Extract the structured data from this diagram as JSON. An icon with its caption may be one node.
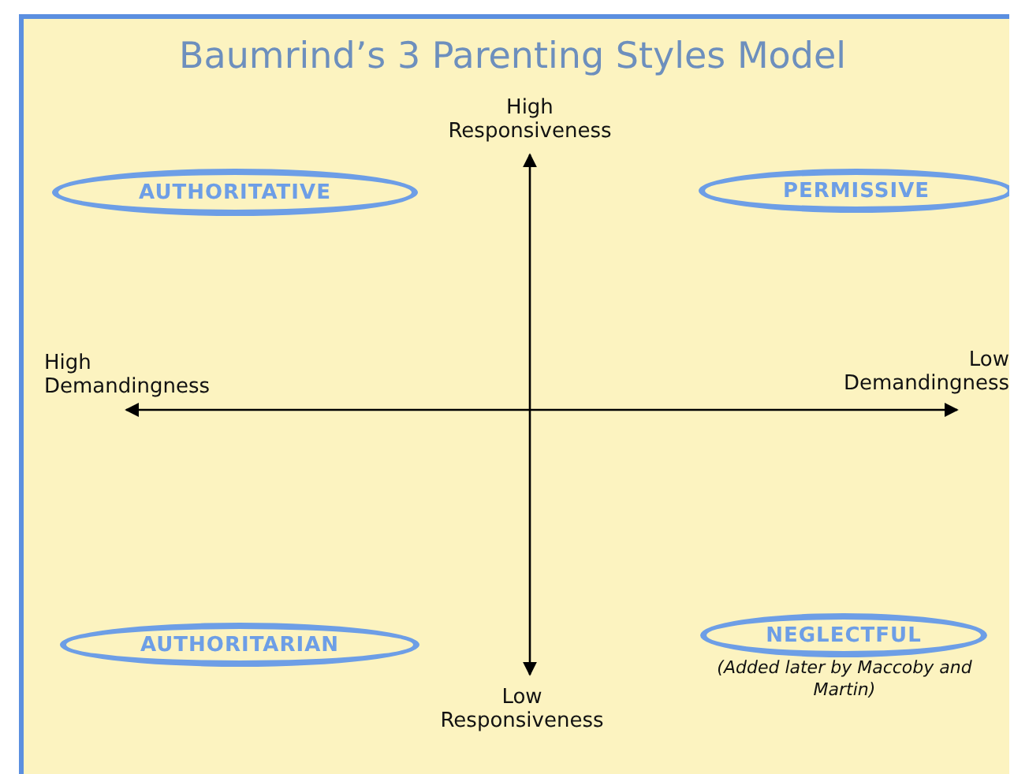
{
  "diagram": {
    "title": "Baumrind’s 3 Parenting Styles Model",
    "nodes": [
      {
        "text": [
          "AUTHORITATIVE"
        ]
      },
      {
        "text": [
          "PERMISSIVE"
        ]
      },
      {
        "text": [
          "AUTHORITARIAN"
        ]
      },
      {
        "text": [
          "NEGLECTFUL"
        ],
        "beside": [
          "(Added later by Maccoby and Martin)"
        ]
      }
    ],
    "labels": [
      "High Responsiveness",
      "High Demandingness",
      "Low Demandingness",
      "Low Responsiveness"
    ]
  }
}
